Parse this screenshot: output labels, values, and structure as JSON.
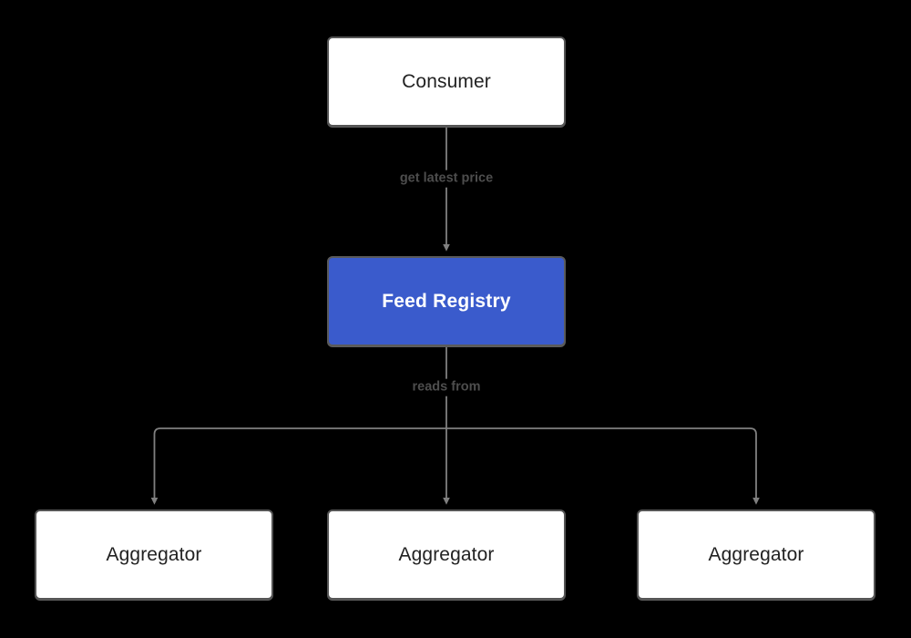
{
  "diagram": {
    "background_color": "#000000",
    "edge_color": "#808080",
    "node_border_color": "#555555",
    "highlight_color": "#3A5BCC",
    "nodes": [
      {
        "id": "consumer",
        "label": "Consumer",
        "style": "default"
      },
      {
        "id": "registry",
        "label": "Feed Registry",
        "style": "highlight"
      },
      {
        "id": "agg1",
        "label": "Aggregator",
        "style": "default"
      },
      {
        "id": "agg2",
        "label": "Aggregator",
        "style": "default"
      },
      {
        "id": "agg3",
        "label": "Aggregator",
        "style": "default"
      }
    ],
    "edges": [
      {
        "id": "e1",
        "from": "consumer",
        "to": "registry",
        "label": "get latest price"
      },
      {
        "id": "e2",
        "from": "registry",
        "to": "agg1",
        "label": "reads from"
      },
      {
        "id": "e3",
        "from": "registry",
        "to": "agg2",
        "label": ""
      },
      {
        "id": "e4",
        "from": "registry",
        "to": "agg3",
        "label": ""
      }
    ],
    "edge_labels": {
      "get_latest_price": "get latest price",
      "reads_from": "reads from"
    }
  }
}
